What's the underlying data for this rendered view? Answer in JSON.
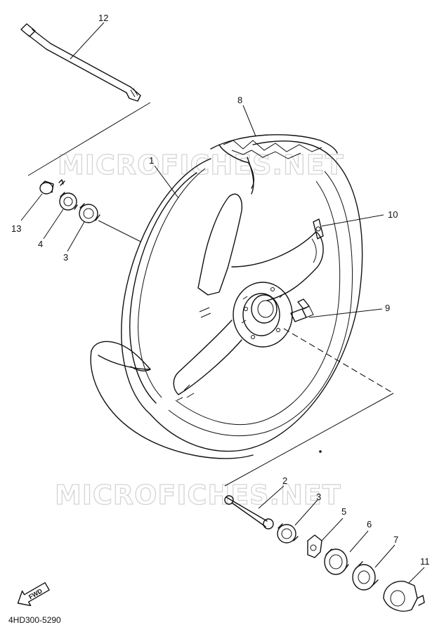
{
  "watermarks": [
    "MICROFICHES.NET",
    "MICROFICHES.NET"
  ],
  "part_labels": {
    "p1": "1",
    "p2": "2",
    "p3a": "3",
    "p3b": "3",
    "p4": "4",
    "p5": "5",
    "p6": "6",
    "p7": "7",
    "p8": "8",
    "p9": "9",
    "p10": "10",
    "p11": "11",
    "p12": "12",
    "p13": "13"
  },
  "fwd_label": "FWD",
  "diagram_code": "4HD300-5290"
}
